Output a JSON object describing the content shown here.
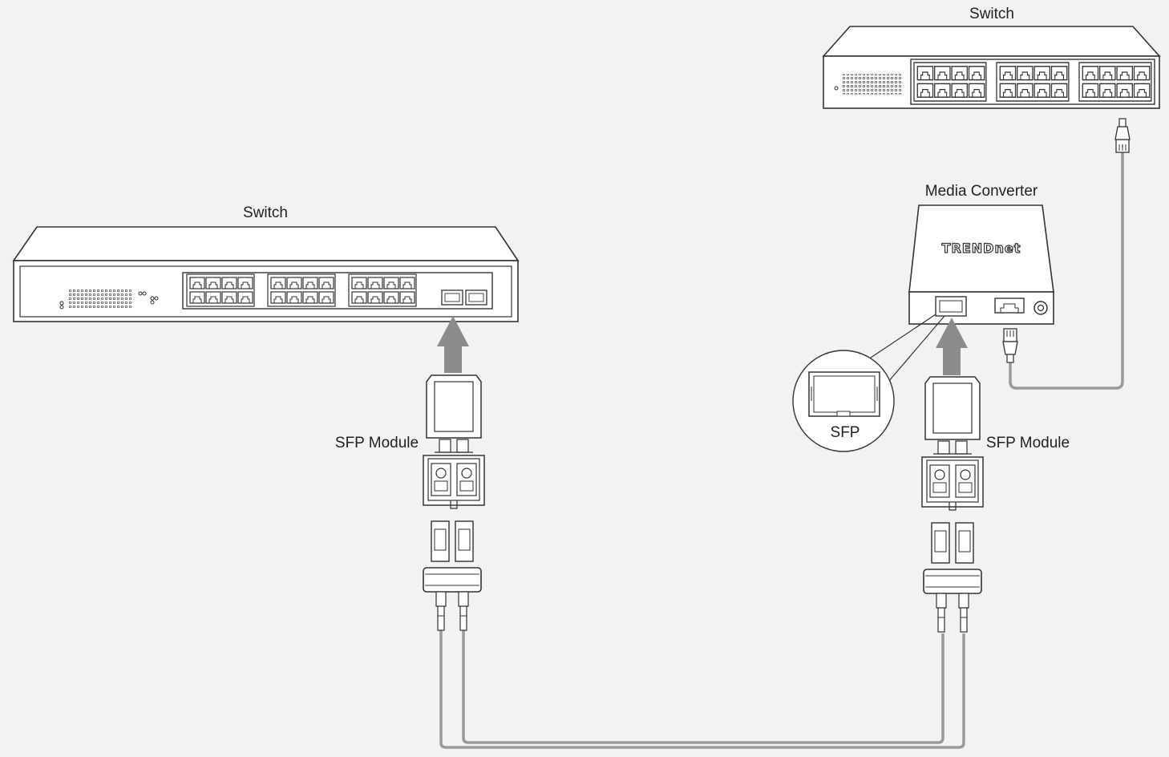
{
  "labels": {
    "switch_left": "Switch",
    "switch_right": "Switch",
    "media_converter": "Media Converter",
    "sfp_module_left": "SFP Module",
    "sfp_module_right": "SFP Module",
    "sfp_callout": "SFP"
  },
  "brand": {
    "logo_text": "TRENDnet"
  },
  "colors": {
    "background": "#f2f2f2",
    "device_fill": "#ffffff",
    "outline": "#333333",
    "cable": "#9a9a9a",
    "arrow": "#8c8c8c"
  },
  "icons": [
    "rj45-port-icon",
    "sfp-port-icon",
    "up-arrow-icon",
    "rj45-plug-icon",
    "lc-connector-icon",
    "power-jack-icon"
  ]
}
